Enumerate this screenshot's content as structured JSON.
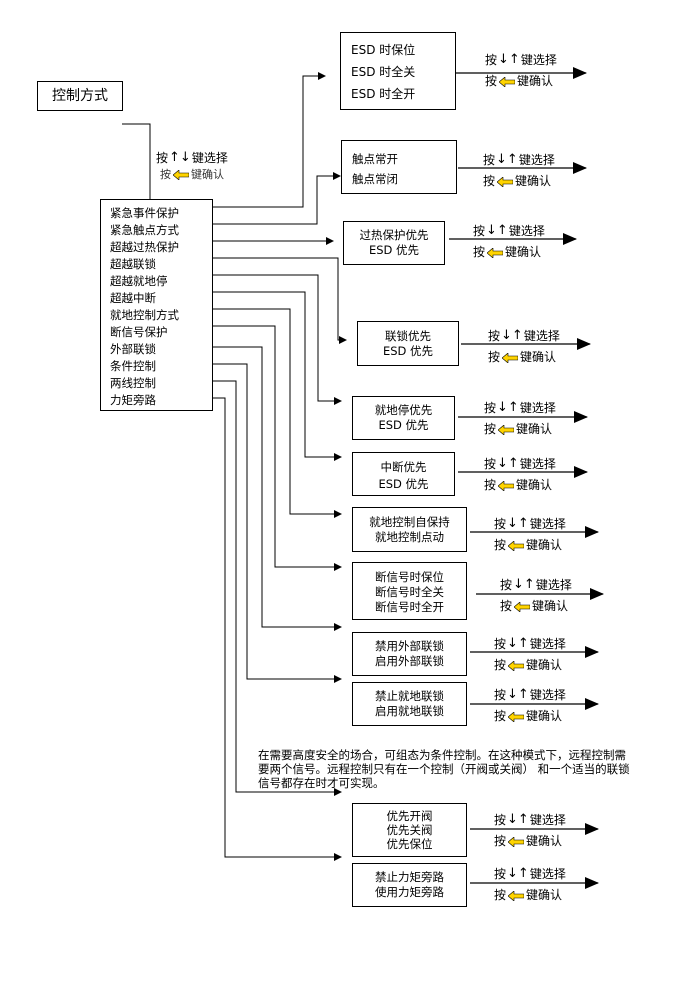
{
  "root": {
    "label": "控制方式"
  },
  "top_hint": {
    "press": "按",
    "arrows": "↑↓",
    "select": "键选择",
    "confirm": "键确认"
  },
  "menu": {
    "items": [
      "紧急事件保护",
      "紧急触点方式",
      "超越过热保护",
      "超越联锁",
      "超越就地停",
      "超越中断",
      "就地控制方式",
      "断信号保护",
      "外部联锁",
      "条件控制",
      "两线控制",
      "力矩旁路"
    ]
  },
  "options": [
    {
      "lines": [
        "ESD 时保位",
        "ESD 时全关",
        "ESD 时全开"
      ]
    },
    {
      "lines": [
        "触点常开",
        "触点常闭"
      ]
    },
    {
      "lines": [
        "过热保护优先",
        "ESD 优先"
      ]
    },
    {
      "lines": [
        "联锁优先",
        "ESD 优先"
      ]
    },
    {
      "lines": [
        "就地停优先",
        "ESD 优先"
      ]
    },
    {
      "lines": [
        "中断优先",
        "ESD 优先"
      ]
    },
    {
      "lines": [
        "就地控制自保持",
        "就地控制点动"
      ]
    },
    {
      "lines": [
        "断信号时保位",
        "断信号时全关",
        "断信号时全开"
      ]
    },
    {
      "lines": [
        "禁用外部联锁",
        "启用外部联锁"
      ]
    },
    {
      "lines": [
        "禁止就地联锁",
        "启用就地联锁"
      ]
    },
    {
      "lines": [
        "优先开阀",
        "优先关阀",
        "优先保位"
      ]
    },
    {
      "lines": [
        "禁止力矩旁路",
        "使用力矩旁路"
      ]
    }
  ],
  "hint": {
    "press": "按",
    "arrows": "↓↑",
    "select": "键选择",
    "confirm": "键确认"
  },
  "note": "在需要高度安全的场合，可组态为条件控制。在这种模式下，远程控制需要两个信号。远程控制只有在一个控制（开阀或关阀）    和一个适当的联锁信号都存在时才可实现。",
  "colors": {
    "arrow_fill": "#ffd400",
    "line": "#000000"
  }
}
